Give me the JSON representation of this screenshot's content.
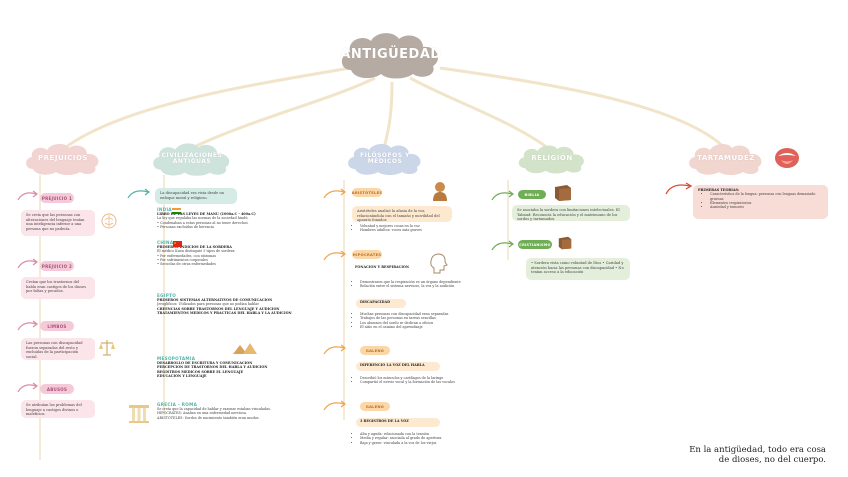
{
  "title": "ANTIGÜEDAD",
  "branches": {
    "prejuicios": "PREJUICIOS",
    "civilizaciones": "CIVILIZACIONES ANTIGUAS",
    "filosofos": "FILÓSOFOS Y MÉDICOS",
    "religion": "RELIGIÓN",
    "tartamudez": "TARTAMUDEZ"
  },
  "prejuicios": {
    "items": [
      {
        "tag": "PREJUICIO 1",
        "text": "Se creía que las personas con alteraciones del lenguaje tenían una inteligencia inferior a una persona que no padecía."
      },
      {
        "tag": "PREJUICIO 2",
        "text": "Creían que los trastornos del habla eran castigos de los dioses por faltas y pecados."
      },
      {
        "tag": "LIMBOS",
        "text": "Las personas con discapacidad fueron separadas del resto y excluidas de la participación social."
      },
      {
        "tag": "ABUSOS",
        "text": "Se atribuían los problemas del lenguaje a castigos divinos o maleficios."
      }
    ]
  },
  "civilizaciones": {
    "intro": "La discapacidad era vista desde un enfoque moral y religioso.",
    "sections": [
      {
        "name": "INDIA",
        "lines": [
          "LIBRO DE LAS LEYES DE MANÚ (1000a.C - 400a.C)",
          "La ley que regulaba las normas de la sociedad hindú.",
          "• Condenaban a estas personas al no tener derechos",
          "• Personas excluidas de herencia"
        ]
      },
      {
        "name": "CHINA",
        "lines": [
          "PRIMEROS INDICIOS DE LA SORDERA",
          "El médico Kuen distinguió 3 tipos de sordera:",
          "• Por enfermedades, con síntomas",
          "• Por sufrimientos corporales",
          "• Secuelas de otras enfermedades"
        ]
      },
      {
        "name": "EGIPTO",
        "lines": [
          "PRIMEROS SISTEMAS ALTERNATIVOS DE COMUNICACIÓN",
          "Jeroglíficos: Utilizados para personas que no podían hablar",
          "CREENCIAS SOBRE TRASTORNOS DEL LENGUAJE Y AUDICIÓN",
          "TRATAMIENTOS MÉDICOS Y PRÁCTICAS DEL HABLA Y LA AUDICIÓN"
        ]
      },
      {
        "name": "MESOPOTAMIA",
        "lines": [
          "DESARROLLO DE ESCRITURA Y COMUNICACIÓN",
          "PERCEPCIÓN DE TRASTORNOS DEL HABLA Y AUDICIÓN",
          "REGISTROS MÉDICOS SOBRE EL LENGUAJE",
          "EDUCACIÓN Y LENGUAJE"
        ]
      },
      {
        "name": "GRECIA - ROMA",
        "lines": [
          "Se creía que la capacidad de hablar y razonar estaban vinculadas.",
          "HIPÓCRATES: Analiza en una enfermedad nerviosa.",
          "ARISTÓTELES: Sordos de nacimiento también eran mudos."
        ]
      }
    ]
  },
  "filosofos": {
    "items": [
      {
        "tag": "ARISTÓTELES",
        "text": "Aristóteles analizó la afasia de la voz, relacionándola con el tamaño y movilidad del aparato fonador.",
        "bullets": [
          "Voluntad y mejores cosas en la voz",
          "Hombres adultos: voces más graves"
        ]
      },
      {
        "tag": "HIPÓCRATES",
        "text": "FONACIÓN Y RESPIRACIÓN",
        "bullets": [
          "Demostraron que la respiración es un órgano dependiente",
          "Relación entre el sistema nervioso, la voz y la audición"
        ]
      },
      {
        "tag": "DISCAPACIDAD",
        "text": "DISCAPACIDAD",
        "bullets": [
          "Muchas personas con discapacidad eran separadas",
          "Trabajos de las personas en tareas sencillas",
          "Los alumnos del sordo se dedican a oficios",
          "El niño en el camino del aprendizaje"
        ]
      },
      {
        "tag": "GALENO",
        "text": "DIFERENCIO LA VOZ DEL HABLA",
        "bullets": [
          "Describió los músculos y cartílagos de la laringe",
          "Compartió el nervio vocal y la formación de las vocales"
        ]
      },
      {
        "tag": "GALENO",
        "text": "3 REGISTROS DE LA VOZ",
        "bullets": [
          "Alta y aguda: relacionada con la tensión",
          "Media y regular: asociada al grado de apertura",
          "Baja y grave: vinculada a la voz de los viejos"
        ]
      }
    ]
  },
  "religion": {
    "items": [
      {
        "tag": "BIBLIA",
        "text": "Se asociaba la sordera con limitaciones intelectuales. El Talmud: Reconocía la educación y el matrimonio de los sordos y tartamudos."
      },
      {
        "tag": "CRISTIANISMO",
        "text": "• Sordera vista como voluntad de Dios • Caridad y atención hacia las personas con discapacidad • No tenían acceso a la educación"
      }
    ]
  },
  "tartamudez": {
    "heading": "PRIMERAS TEORÍAS:",
    "bullets": [
      "Característica de la lengua: personas con lenguas demasiado gruesas",
      "Elementos respiratorios",
      "Ansiedad y temores"
    ]
  },
  "caption": [
    "En la antigüedad, todo era cosa",
    "de dioses, no del cuerpo."
  ]
}
